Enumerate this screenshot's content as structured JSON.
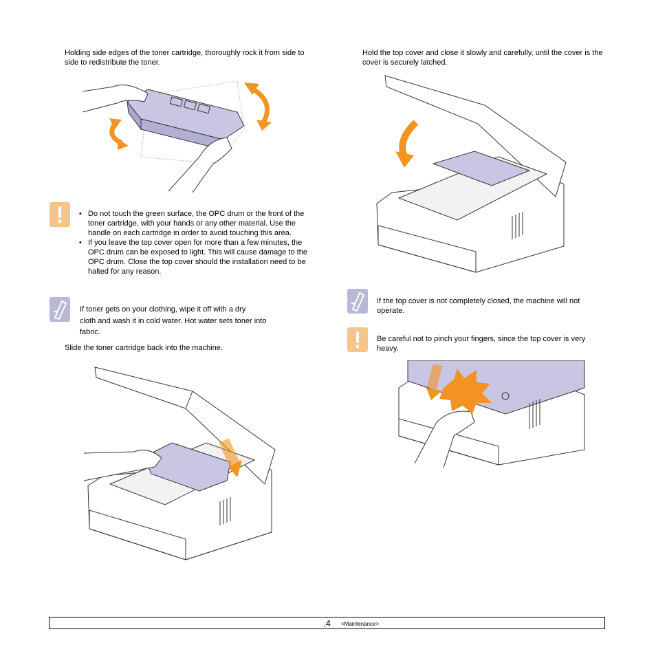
{
  "left_column": {
    "step_rock": "Holding side edges of the toner cartridge, thoroughly rock it from side to side to redistribute the toner.",
    "caution_items": [
      "Do not touch the green surface, the OPC drum or the front of the toner cartridge, with your hands or any other material. Use the handle on each cartridge in order to avoid touching this area.",
      "If you leave the top cover open for more than a few minutes, the OPC drum can be exposed to light. This will cause damage to the OPC drum. Close the top cover should the installation need to be halted for any reason."
    ],
    "note_line1": "If toner gets on your clothing, wipe it off with a dry",
    "note_line2": "cloth and wash it in cold water. Hot water sets toner into fabric.",
    "step_slide": "Slide the toner cartridge back into the machine."
  },
  "right_column": {
    "step_close": "Hold the top cover and close it slowly and carefully, until the cover is the cover is securely latched.",
    "note_text": "If the top cover is not completely closed, the machine will not operate.",
    "caution_text": "Be careful not to pinch your fingers, since the top cover is very heavy."
  },
  "icons": {
    "caution": "caution-exclamation-icon",
    "note": "note-pencil-icon"
  },
  "colors": {
    "caution_fill": "#f6c58c",
    "note_fill": "#b8b9d6",
    "arrow_orange": "#f39321",
    "cartridge_purple": "#c8c6e3"
  },
  "footer": {
    "page_number": ".4",
    "section": "<Maintenance>"
  }
}
